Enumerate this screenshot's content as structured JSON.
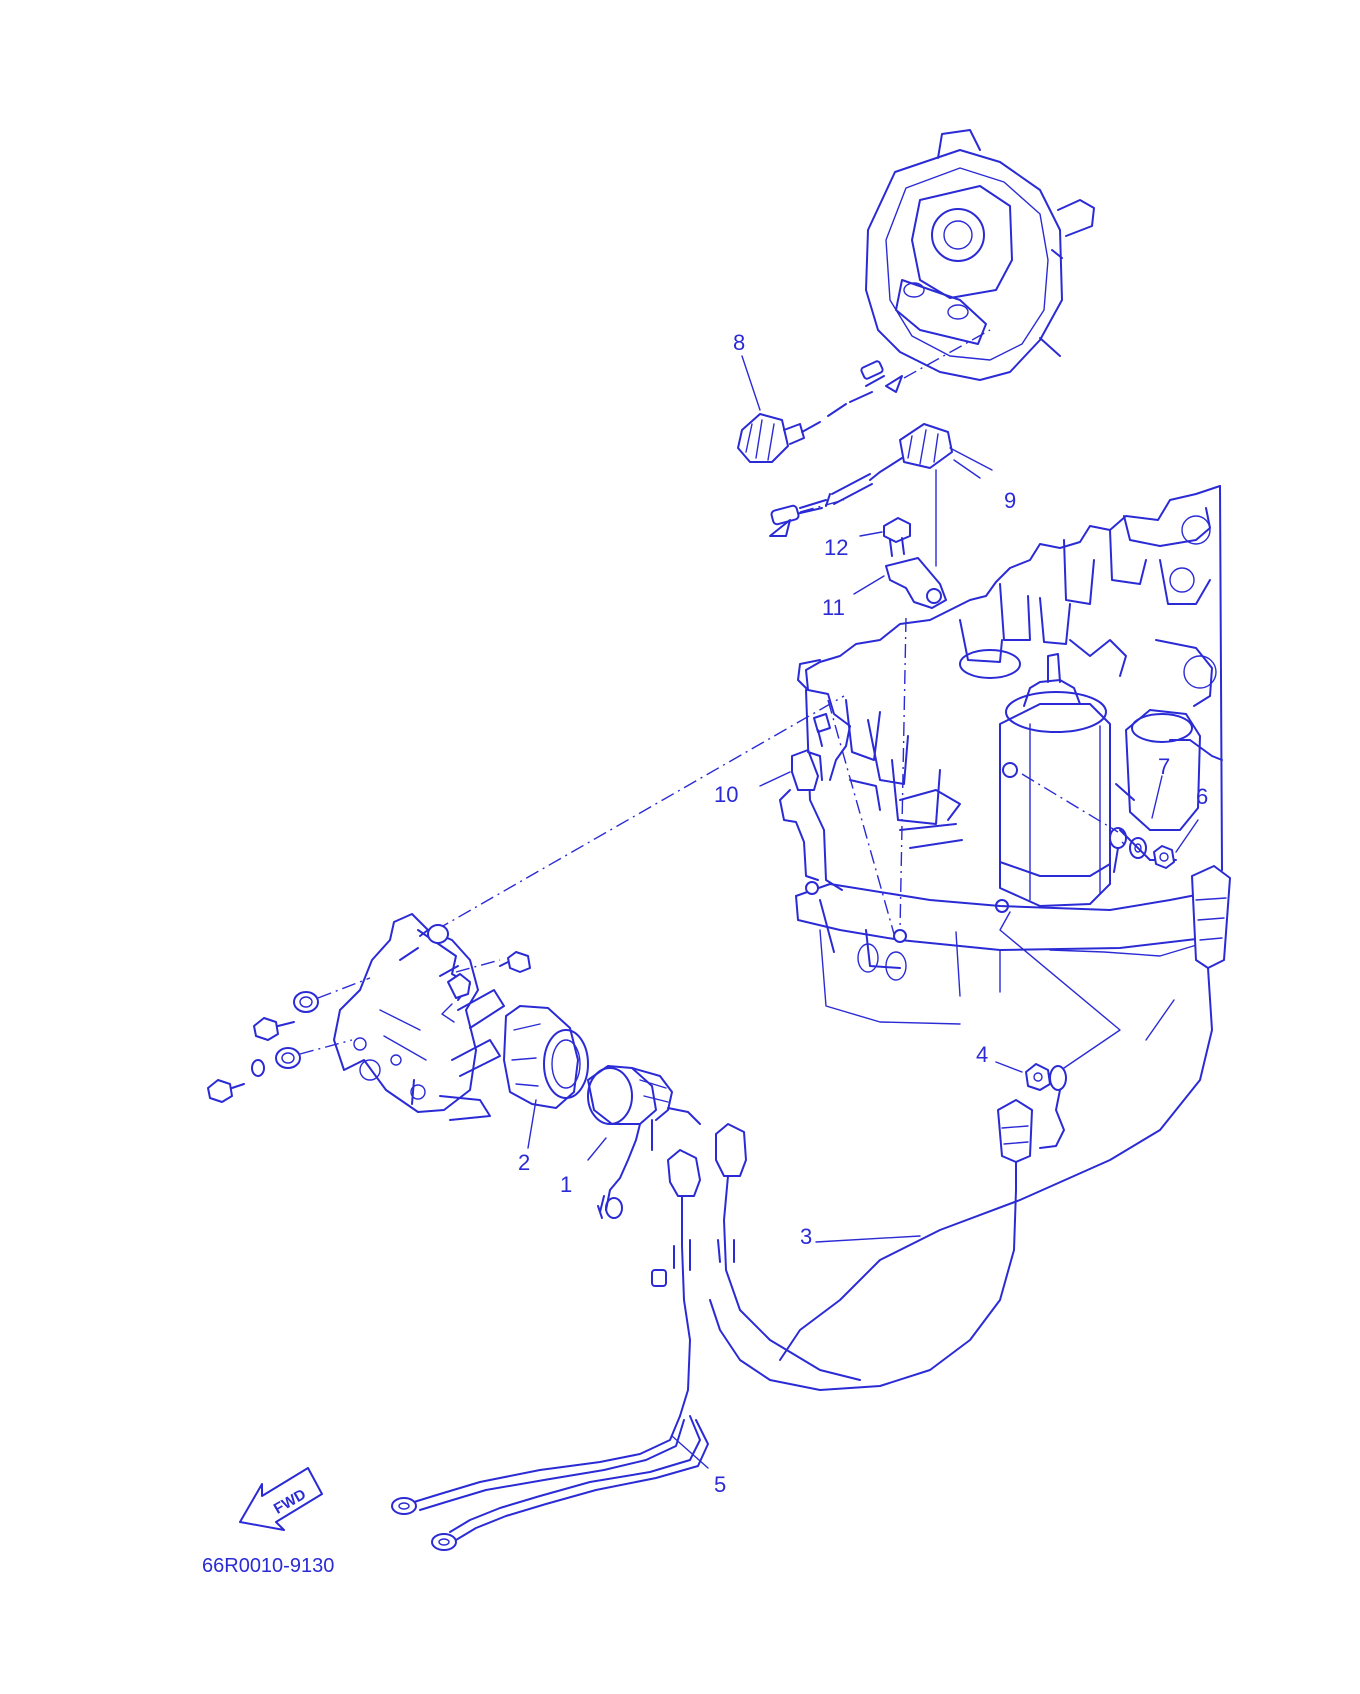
{
  "labels": {
    "p1": "1",
    "p2": "2",
    "p3": "3",
    "p4": "4",
    "p5": "5",
    "p6": "6",
    "p7": "7",
    "p8": "8",
    "p9": "9",
    "p10": "10",
    "p11": "11",
    "p12": "12"
  },
  "fwd_arrow_text": "FWD",
  "drawing_code": "66R0010-9130",
  "colors": {
    "line": "#2b2bd6",
    "background": "#ffffff"
  }
}
